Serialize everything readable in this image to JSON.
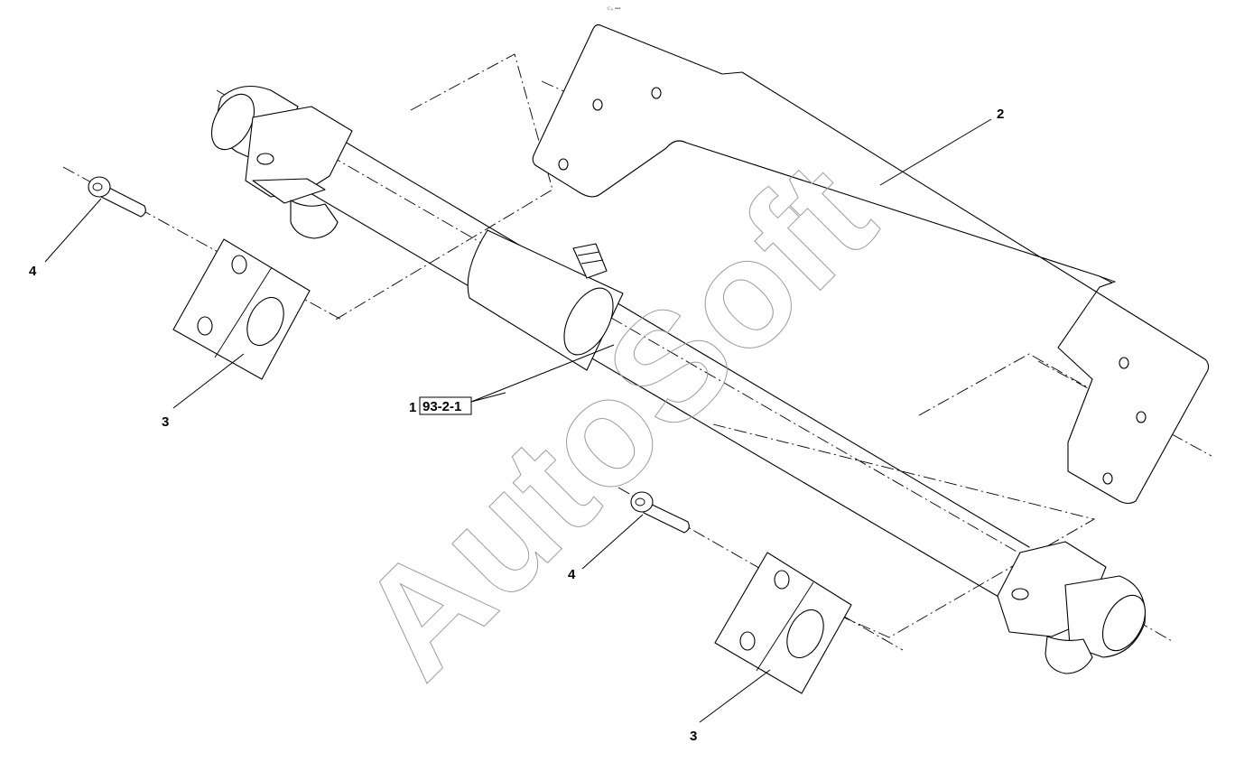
{
  "header": {
    "code": "⊂ₒ ▪▪▪"
  },
  "watermark": {
    "text": "AutoSoft"
  },
  "callouts": {
    "plate": "2",
    "main_part_number": "1",
    "main_part_ref": "93-2-1",
    "clamp_left": "3",
    "clamp_right": "3",
    "screw_left": "4",
    "screw_right": "4"
  }
}
